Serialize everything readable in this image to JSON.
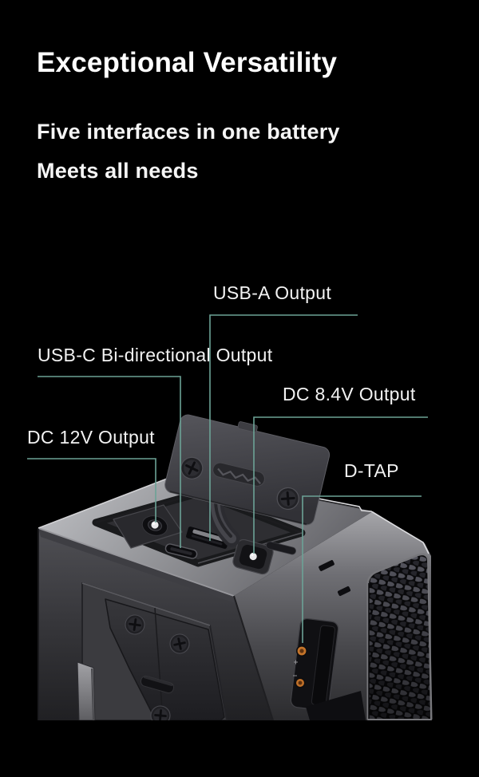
{
  "page": {
    "background_color": "#000000"
  },
  "header": {
    "title": "Exceptional Versatility",
    "subtitle_line1": "Five interfaces in one battery",
    "subtitle_line2": "Meets all needs"
  },
  "callouts": {
    "accent_color": "#6ca296",
    "items": [
      {
        "id": "usb-a",
        "label": "USB-A Output"
      },
      {
        "id": "usb-c",
        "label": "USB-C Bi-directional Output"
      },
      {
        "id": "dc-8-4v",
        "label": "DC 8.4V Output"
      },
      {
        "id": "dc-12v",
        "label": "DC 12V Output"
      },
      {
        "id": "d-tap",
        "label": "D-TAP"
      }
    ]
  }
}
